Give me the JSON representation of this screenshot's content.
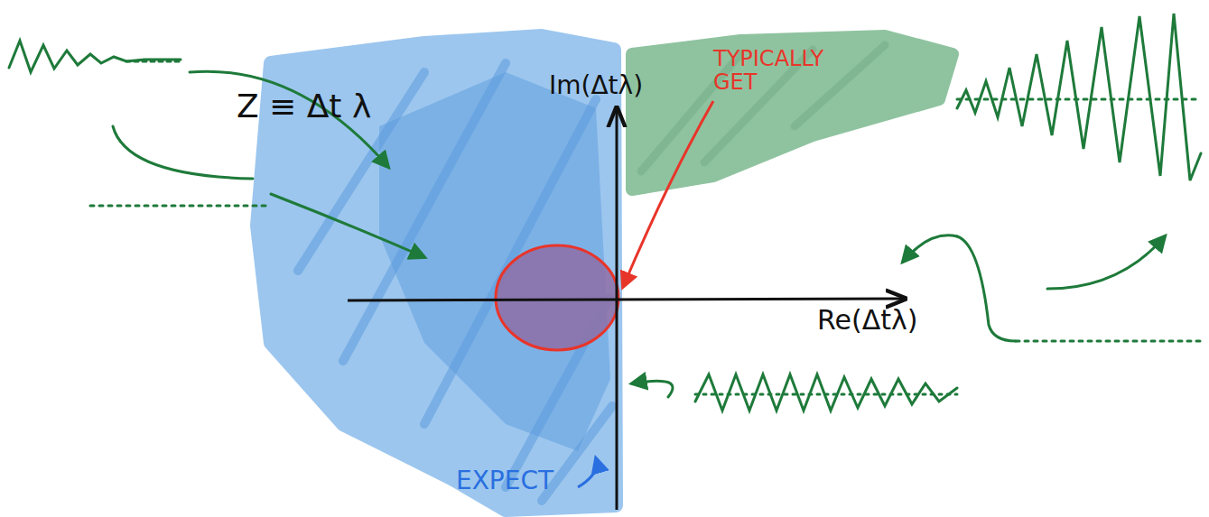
{
  "diagram": {
    "labels": [
      "Z ≡ Δt λ",
      "Im(Δtλ)",
      "TYPICALLY GET",
      "Re(Δtλ)",
      "EXPECT"
    ]
  }
}
